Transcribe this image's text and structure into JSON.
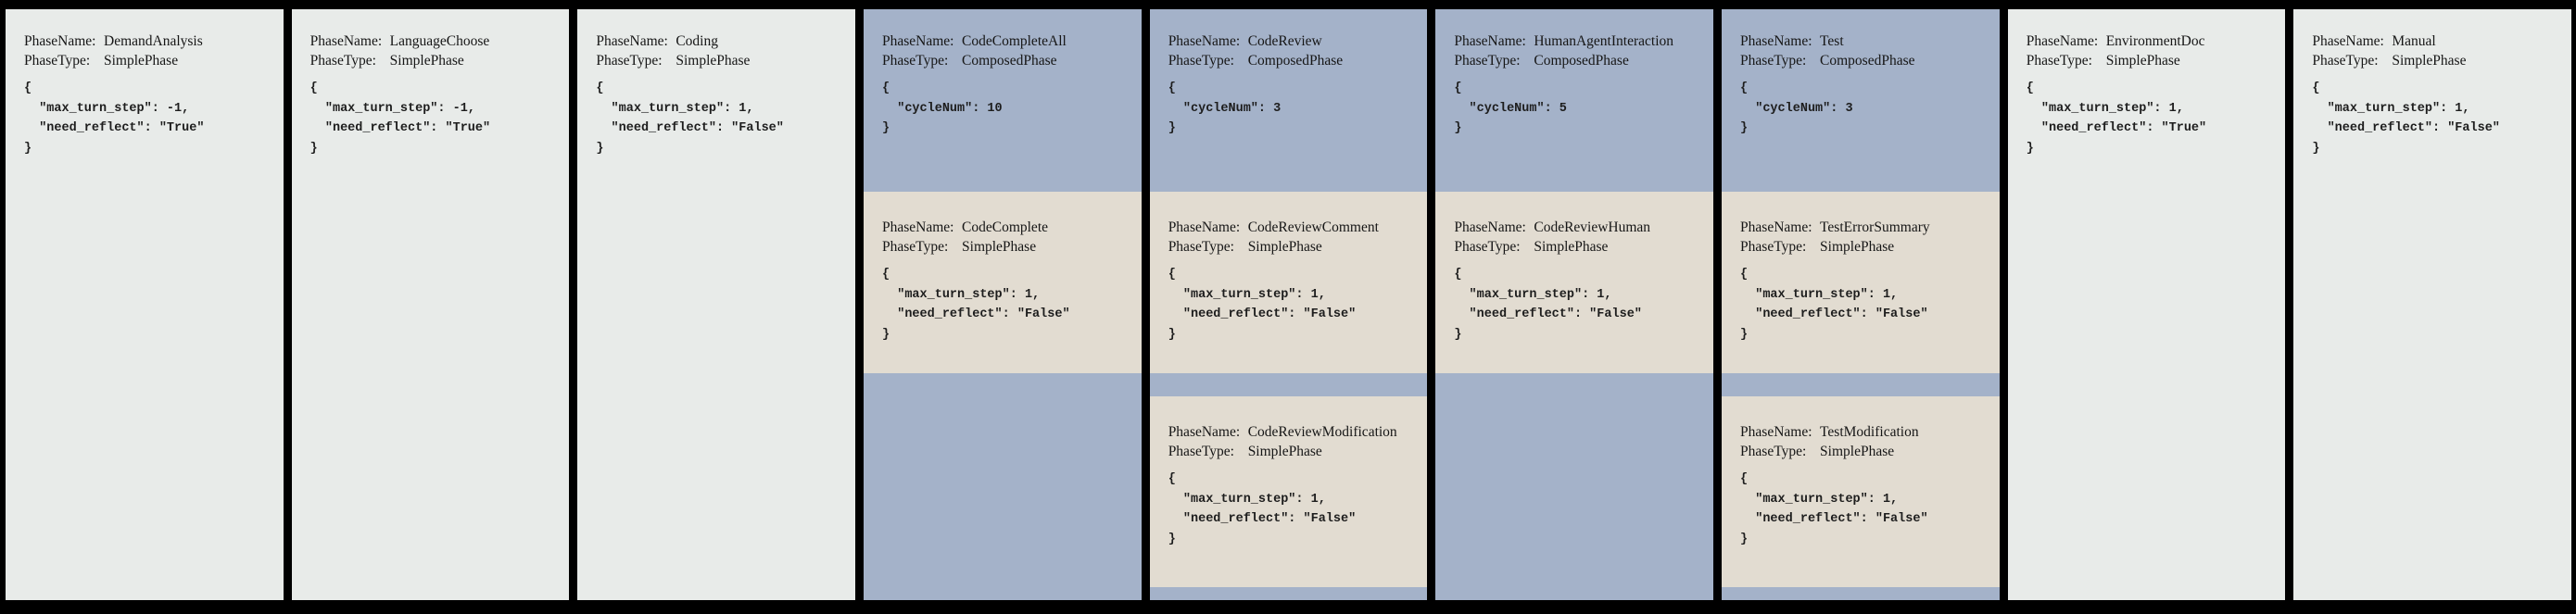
{
  "palette": {
    "page_background": "#000000",
    "simple_phase_bg": "#e8ebe9",
    "composed_phase_bg": "#a4b2c9",
    "subphase_bg": "#e2dcd1",
    "text": "#161616"
  },
  "labels": {
    "phase_name": "PhaseName:",
    "phase_type": "PhaseType:"
  },
  "columns": [
    {
      "name": "DemandAnalysis",
      "type_label": "SimplePhase",
      "config": "{\n  \"max_turn_step\": -1,\n  \"need_reflect\": \"True\"\n}"
    },
    {
      "name": "LanguageChoose",
      "type_label": "SimplePhase",
      "config": "{\n  \"max_turn_step\": -1,\n  \"need_reflect\": \"True\"\n}"
    },
    {
      "name": "Coding",
      "type_label": "SimplePhase",
      "config": "{\n  \"max_turn_step\": 1,\n  \"need_reflect\": \"False\"\n}"
    },
    {
      "name": "CodeCompleteAll",
      "type_label": "ComposedPhase",
      "config": "{\n  \"cycleNum\": 10\n}",
      "children": [
        {
          "name": "CodeComplete",
          "type_label": "SimplePhase",
          "config": "{\n  \"max_turn_step\": 1,\n  \"need_reflect\": \"False\"\n}"
        }
      ]
    },
    {
      "name": "CodeReview",
      "type_label": "ComposedPhase",
      "config": "{\n  \"cycleNum\": 3\n}",
      "children": [
        {
          "name": "CodeReviewComment",
          "type_label": "SimplePhase",
          "config": "{\n  \"max_turn_step\": 1,\n  \"need_reflect\": \"False\"\n}"
        },
        {
          "name": "CodeReviewModification",
          "type_label": "SimplePhase",
          "config": "{\n  \"max_turn_step\": 1,\n  \"need_reflect\": \"False\"\n}"
        }
      ]
    },
    {
      "name": "HumanAgentInteraction",
      "type_label": "ComposedPhase",
      "config": "{\n  \"cycleNum\": 5\n}",
      "children": [
        {
          "name": "CodeReviewHuman",
          "type_label": "SimplePhase",
          "config": "{\n  \"max_turn_step\": 1,\n  \"need_reflect\": \"False\"\n}"
        }
      ]
    },
    {
      "name": "Test",
      "type_label": "ComposedPhase",
      "config": "{\n  \"cycleNum\": 3\n}",
      "children": [
        {
          "name": "TestErrorSummary",
          "type_label": "SimplePhase",
          "config": "{\n  \"max_turn_step\": 1,\n  \"need_reflect\": \"False\"\n}"
        },
        {
          "name": "TestModification",
          "type_label": "SimplePhase",
          "config": "{\n  \"max_turn_step\": 1,\n  \"need_reflect\": \"False\"\n}"
        }
      ]
    },
    {
      "name": "EnvironmentDoc",
      "type_label": "SimplePhase",
      "config": "{\n  \"max_turn_step\": 1,\n  \"need_reflect\": \"True\"\n}"
    },
    {
      "name": "Manual",
      "type_label": "SimplePhase",
      "config": "{\n  \"max_turn_step\": 1,\n  \"need_reflect\": \"False\"\n}"
    }
  ]
}
